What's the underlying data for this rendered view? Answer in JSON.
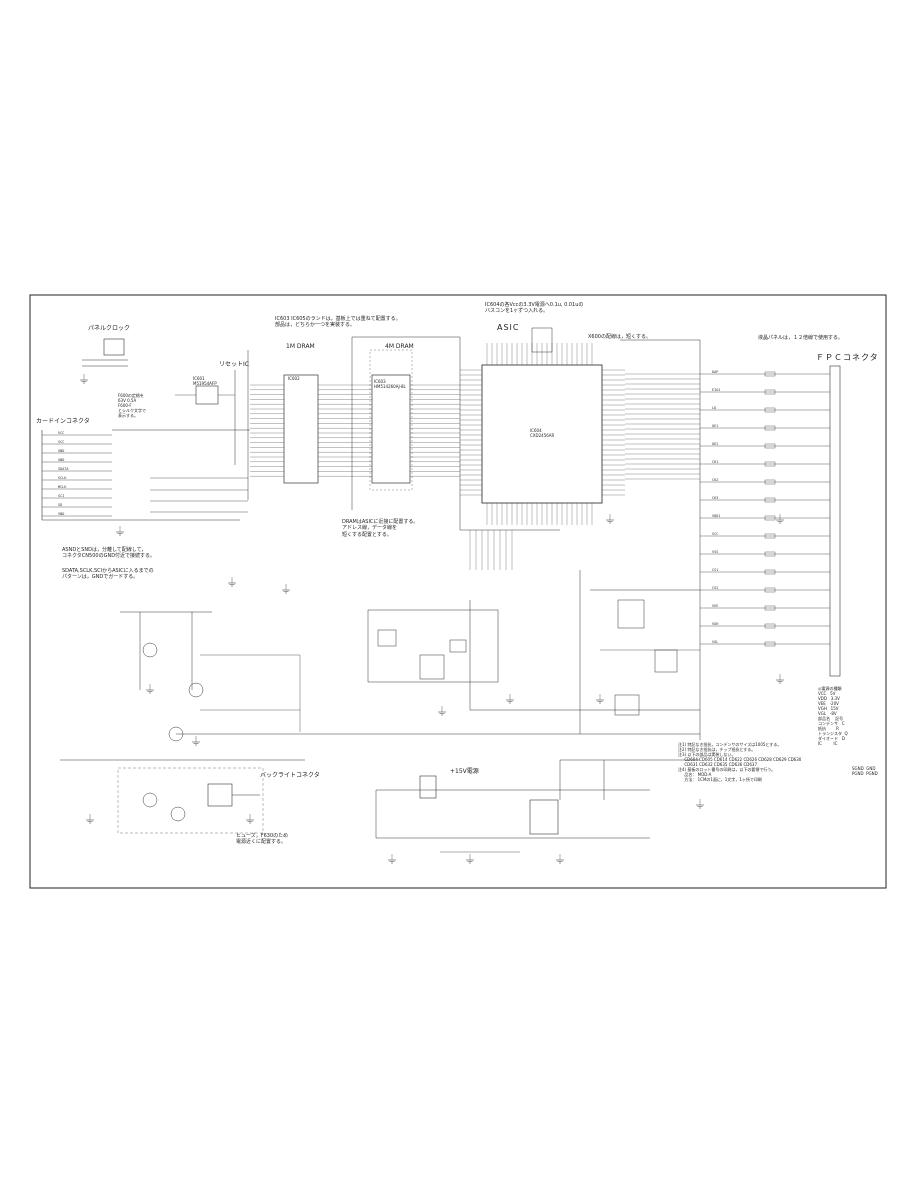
{
  "schematic": {
    "block_titles": {
      "panel_clock": "パネルクロック",
      "reset_ic": "リセットIC",
      "dram_1m": "1M DRAM",
      "dram_4m": "4M DRAM",
      "asic": "ASIC",
      "fpc_connector": "ＦＰＣコネクタ",
      "card_edge_connector": "カードインコネクタ",
      "backlight_connector": "バックライトコネクタ",
      "plus15v_supply": "+15V電源"
    },
    "notes": {
      "ic603_605_land": "IC603 IC605のランドは，基板上では重ねて配置する。\n部品は，どちらか一つを実装する。",
      "ic604_decoupling": "IC604の各Vccの3.3V電源へ0.1u, 0.01uの\nバスコンを1ヶずつ入れる。",
      "x600_wiring": "X600の配線は，短くする。",
      "lcd_panel_12line": "液晶パネルは，１２倍線で使用する。",
      "fuse_spec": "F600の定格を\n63V 0.5A\nF600-F\nとシルク文字で\n表示する。",
      "dram_placement": "DRAMはASICに近接に配置する。\nアドレス線，データ線を\n短くする配置とする。",
      "asnd_gnd": "ASNDとSNDは，分離して配線して，\nコネクタCN500のGND付近で接続する。",
      "sdata_shield": "SDATA,SCLK,SCIからASICに入るまでの\nパターンは，GNDでガードする。",
      "fuse_placement": "ヒューズ，F630のため\n電源近くに配置する。",
      "remarks": "注1) 特記なき抵抗，コンデンサのサイズは1005とする。\n注2) 特記なき抵抗は，チップ抵抗とする。\n注3) 以下の部品は実装しない。\n     CD604 CD605 CD614 CD622 CD626 CD628 CD629 CD630\n     CD631 CD632 CD635 CD636 CD637\n注4) 基板のロット番号の印刷は，以下の要領で行う。\n     品名： MOD-A\n     方法： 1CMの1面に，1文字，1ヶ所で印刷",
      "signal_legend": "◎電源の種類\nVCC   5V\nVDD   3.3V\nVEE   -20V\nVGH   15V\nVGL   -8V",
      "parts_legend": "部品名    記号\nコンデンサ   C\n抵抗        R\nトランジスタ  Q\nダイオード   D\nIC         IC",
      "gnd_legend": "SGND  GND\nPGND  PGND"
    },
    "ic_labels": {
      "dram1": "IC602",
      "dram2": "IC603\nHM514260AJ-8L",
      "asic": "IC604\nCXD2456AR",
      "reset": "IC601\nM51954AFP"
    },
    "card_connector_pins": [
      "VCC",
      "VCC",
      "GND",
      "GND",
      "SDATA",
      "SCLK",
      "MCLK",
      "SCI",
      "SD",
      "SND"
    ],
    "fpc_pins": [
      "DAP",
      "EIO1",
      "LD",
      "OE1",
      "OE2",
      "CK1",
      "CK2",
      "CK3",
      "VDD1",
      "VCC",
      "VSS",
      "CS1",
      "CS2",
      "VEE",
      "VGH",
      "VGL"
    ]
  }
}
